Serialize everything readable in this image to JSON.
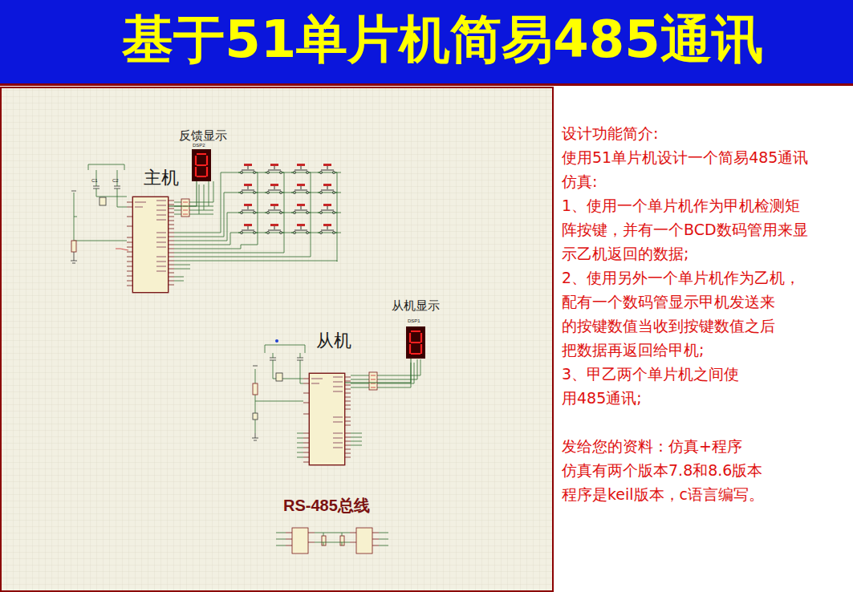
{
  "diagram": {
    "title": "基于51单片机简易485通讯",
    "nodes": [
      {
        "text": [
          "反馈显示"
        ]
      },
      {
        "text": [
          "主机"
        ]
      },
      {
        "text": [
          "从机显示"
        ]
      },
      {
        "text": [
          "从机"
        ]
      },
      {
        "text": [
          "RS-485总线"
        ]
      }
    ],
    "edges": [
      {
        "from": 1,
        "to": 0,
        "arrow": "none"
      },
      {
        "from": 3,
        "to": 2,
        "arrow": "none"
      }
    ],
    "labels": [
      "设计功能简介:",
      "使用51单片机设计一个简易485通讯",
      "仿真:",
      "1、使用一个单片机作为甲机检测矩",
      "阵按键，并有一个BCD数码管用来显",
      "示乙机返回的数据;",
      "2、使用另外一个单片机作为乙机，",
      "配有一个数码管显示甲机发送来",
      "的按键数值当收到按键数值之后",
      "把数据再返回给甲机;",
      "3、甲乙两个单片机之间使",
      "用485通讯;",
      "发给您的资料：仿真+程序",
      "仿真有两个版本7.8和8.6版本",
      "程序是keil版本，c语言编写。",
      "DSP2",
      "DSP1",
      "C1",
      "C2"
    ]
  }
}
